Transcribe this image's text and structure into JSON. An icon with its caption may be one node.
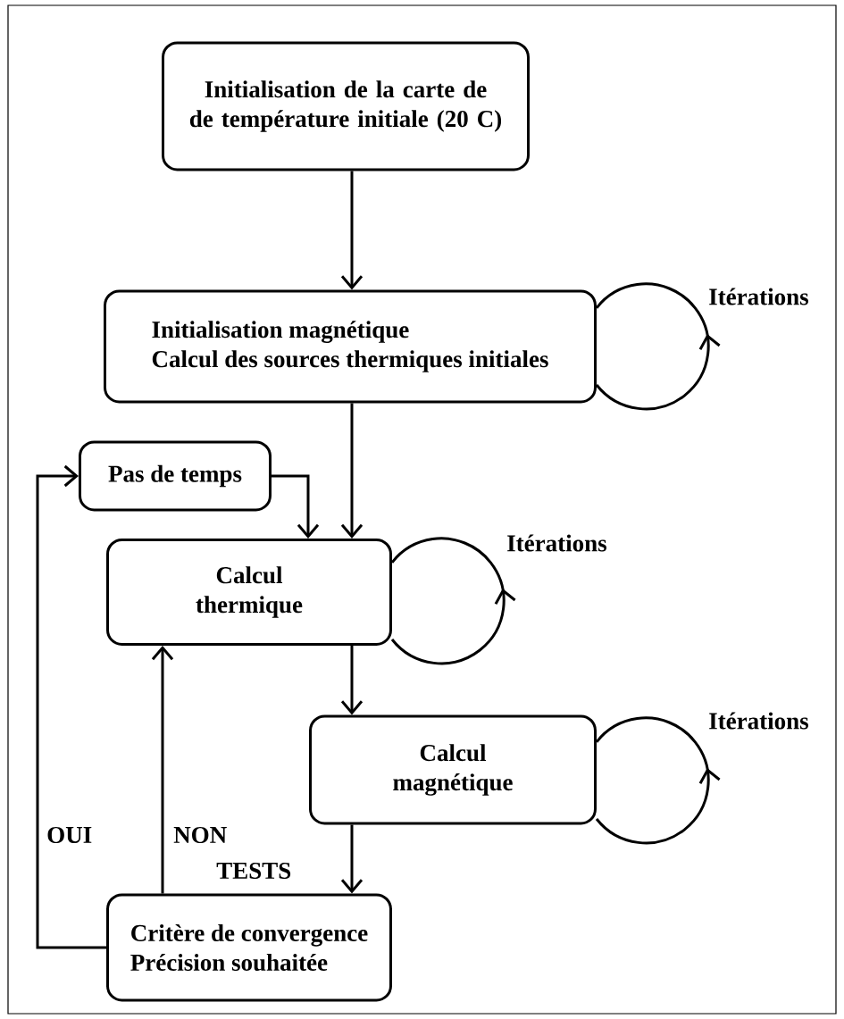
{
  "diagram": {
    "nodes": [
      {
        "text": [
          "Initialisation de la carte de de température initiale (20 C)"
        ]
      },
      {
        "text": [
          "Initialisation magnétique",
          "Calcul des sources thermiques initiales"
        ]
      },
      {
        "text": [
          "Pas de temps"
        ]
      },
      {
        "text": [
          "Calcul thermique"
        ]
      },
      {
        "text": [
          "Calcul magnétique"
        ]
      },
      {
        "text": [
          "Critère de convergence",
          "Précision souhaitée"
        ]
      }
    ],
    "edges": [
      {
        "from": 0,
        "to": 1,
        "arrow": "to"
      },
      {
        "from": 1,
        "to": 1,
        "arrow": "to",
        "label": "Itérations"
      },
      {
        "from": 1,
        "to": 3,
        "arrow": "to"
      },
      {
        "from": 2,
        "to": 3,
        "arrow": "to"
      },
      {
        "from": 3,
        "to": 3,
        "arrow": "to",
        "label": "Itérations"
      },
      {
        "from": 3,
        "to": 4,
        "arrow": "to"
      },
      {
        "from": 4,
        "to": 4,
        "arrow": "to",
        "label": "Itérations"
      },
      {
        "from": 4,
        "to": 5,
        "arrow": "to"
      },
      {
        "from": 5,
        "to": 3,
        "arrow": "to",
        "label": "NON"
      },
      {
        "from": 5,
        "to": 2,
        "arrow": "to",
        "label": "OUI"
      }
    ],
    "labels": [
      "TESTS"
    ]
  }
}
